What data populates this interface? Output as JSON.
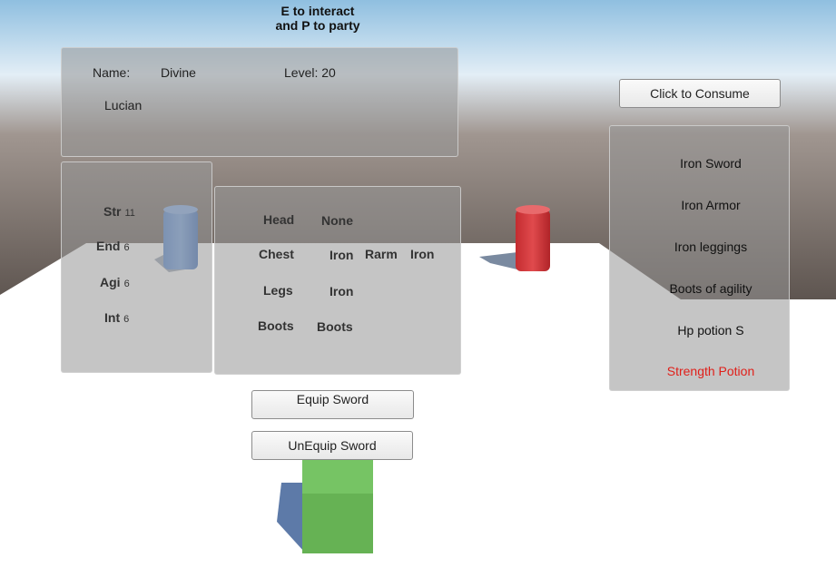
{
  "hint": {
    "line1": "E to interact",
    "line2": "and P to party"
  },
  "character": {
    "name_label": "Name:",
    "name_first": "Divine",
    "name_last": "Lucian",
    "level_text": "Level: 20"
  },
  "stats": [
    {
      "label": "Str",
      "value": "11"
    },
    {
      "label": "End",
      "value": "6"
    },
    {
      "label": "Agi",
      "value": "6"
    },
    {
      "label": "Int",
      "value": "6"
    }
  ],
  "equipment": {
    "head": {
      "label": "Head",
      "value": "None"
    },
    "chest": {
      "label": "Chest",
      "value": "Iron"
    },
    "rarm": {
      "label": "Rarm",
      "value": "Iron"
    },
    "legs": {
      "label": "Legs",
      "value": "Iron"
    },
    "boots": {
      "label": "Boots",
      "value": "Boots"
    }
  },
  "buttons": {
    "equip": "Equip Sword",
    "unequip": "UnEquip Sword",
    "consume": "Click to Consume"
  },
  "inventory": [
    {
      "label": "Iron Sword",
      "color": "#111111"
    },
    {
      "label": "Iron Armor",
      "color": "#111111"
    },
    {
      "label": "Iron leggings",
      "color": "#111111"
    },
    {
      "label": "Boots of agility",
      "color": "#111111"
    },
    {
      "label": "Hp potion S",
      "color": "#111111"
    },
    {
      "label": "Strength Potion",
      "color": "#e0201a"
    }
  ],
  "colors": {
    "blue_cylinder": "#6e9ce0",
    "red_cylinder": "#d9383b",
    "green_cube": "#6cba5a"
  }
}
